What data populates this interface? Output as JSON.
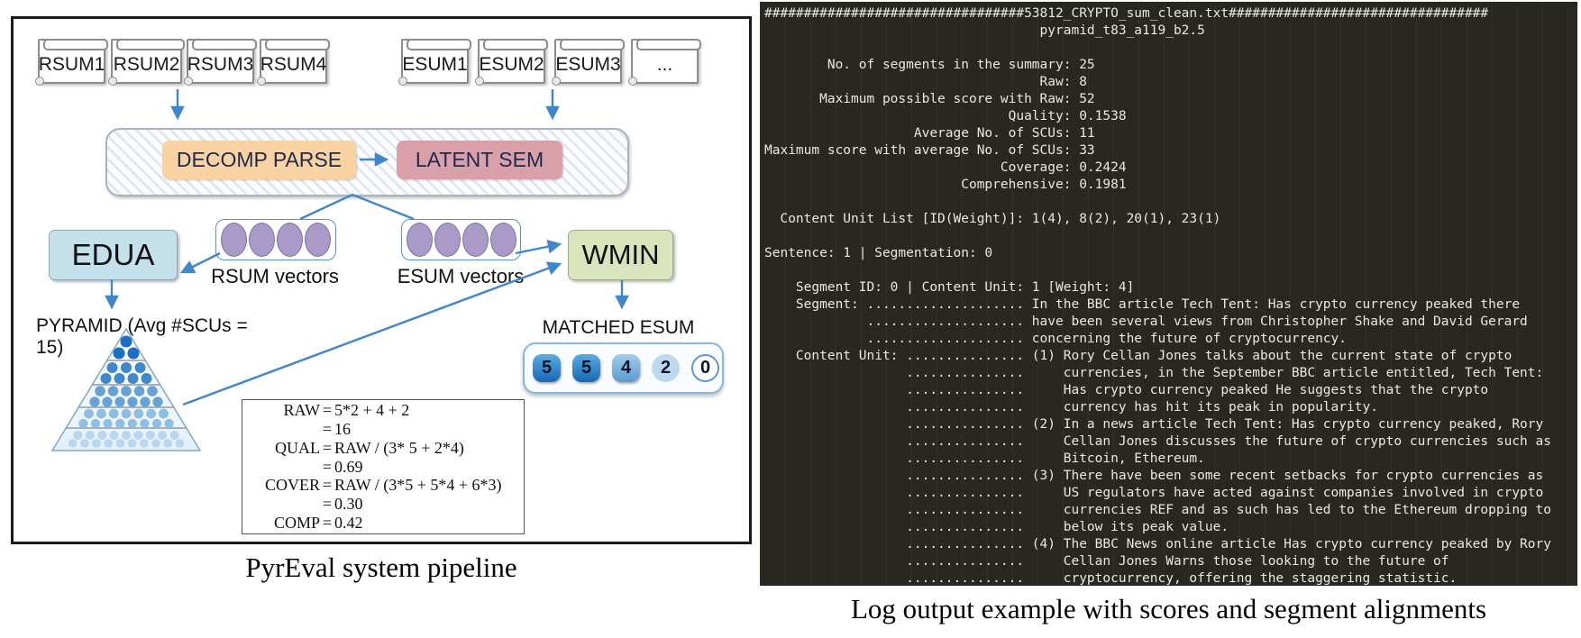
{
  "figure": {
    "caption": "PyrEval system pipeline",
    "scrolls": [
      "RSUM1",
      "RSUM2",
      "RSUM3",
      "RSUM4",
      "ESUM1",
      "ESUM2",
      "ESUM3",
      "..."
    ],
    "pipeline": {
      "decomp_label": "DECOMP PARSE",
      "latent_label": "LATENT SEM"
    },
    "modules": {
      "edua_label": "EDUA",
      "wmin_label": "WMIN"
    },
    "vectors": {
      "rsum_label": "RSUM vectors",
      "esum_label": "ESUM vectors"
    },
    "pyramid_label": "PYRAMID (Avg #SCUs = 15)",
    "matched": {
      "label": "MATCHED ESUM",
      "chips": [
        "5",
        "5",
        "4",
        "2",
        "0"
      ]
    },
    "formulas": [
      {
        "lhs": "RAW",
        "eq": "=",
        "rhs": "5*2 + 4 + 2"
      },
      {
        "lhs": "",
        "eq": "=",
        "rhs": "16"
      },
      {
        "lhs": "QUAL",
        "eq": "=",
        "rhs": "RAW / (3* 5 + 2*4)"
      },
      {
        "lhs": "",
        "eq": "=",
        "rhs": "0.69"
      },
      {
        "lhs": "COVER",
        "eq": "=",
        "rhs": "RAW / (3*5 + 5*4 + 6*3)"
      },
      {
        "lhs": "",
        "eq": "=",
        "rhs": "0.30"
      },
      {
        "lhs": "COMP",
        "eq": "=",
        "rhs": "0.42"
      }
    ],
    "colors": {
      "arrow_blue": "#3f86cb",
      "decomp_bg": "#f9d2a4",
      "latent_bg": "#d9a0a9",
      "edua_bg": "#c3e0eb",
      "wmin_bg": "#d9e4bd",
      "vector_dot": "#a99ac8",
      "chip_dark": "#1767b3",
      "chip_mid": "#5a9bd2",
      "chip_light": "#bdd9ee"
    }
  },
  "terminal": {
    "caption": "Log output example with scores and segment alignments",
    "bg_color": "#282720",
    "text_color": "#e9e8e1",
    "lines": [
      "#################################53812_CRYPTO_sum_clean.txt#################################",
      "                                   pyramid_t83_a119_b2.5",
      "",
      "        No. of segments in the summary: 25",
      "                                   Raw: 8",
      "       Maximum possible score with Raw: 52",
      "                               Quality: 0.1538",
      "                   Average No. of SCUs: 11",
      "Maximum score with average No. of SCUs: 33",
      "                              Coverage: 0.2424",
      "                         Comprehensive: 0.1981",
      "",
      "  Content Unit List [ID(Weight)]: 1(4), 8(2), 20(1), 23(1)",
      "",
      "Sentence: 1 | Segmentation: 0",
      "",
      "    Segment ID: 0 | Content Unit: 1 [Weight: 4]",
      "    Segment: .................... In the BBC article Tech Tent: Has crypto currency peaked there",
      "             .................... have been several views from Christopher Shake and David Gerard",
      "             .................... concerning the future of cryptocurrency.",
      "    Content Unit: ............... (1) Rory Cellan Jones talks about the current state of crypto",
      "                  ...............     currencies, in the September BBC article entitled, Tech Tent:",
      "                  ...............     Has crypto currency peaked He suggests that the crypto",
      "                  ...............     currency has hit its peak in popularity.",
      "                  ............... (2) In a news article Tech Tent: Has crypto currency peaked, Rory",
      "                  ...............     Cellan Jones discusses the future of crypto currencies such as",
      "                  ...............     Bitcoin, Ethereum.",
      "                  ............... (3) There have been some recent setbacks for crypto currencies as",
      "                  ...............     US regulators have acted against companies involved in crypto",
      "                  ...............     currencies REF and as such has led to the Ethereum dropping to",
      "                  ...............     below its peak value.",
      "                  ............... (4) The BBC News online article Has crypto currency peaked by Rory",
      "                  ...............     Cellan Jones Warns those looking to the future of",
      "                  ...............     cryptocurrency, offering the staggering statistic."
    ]
  }
}
